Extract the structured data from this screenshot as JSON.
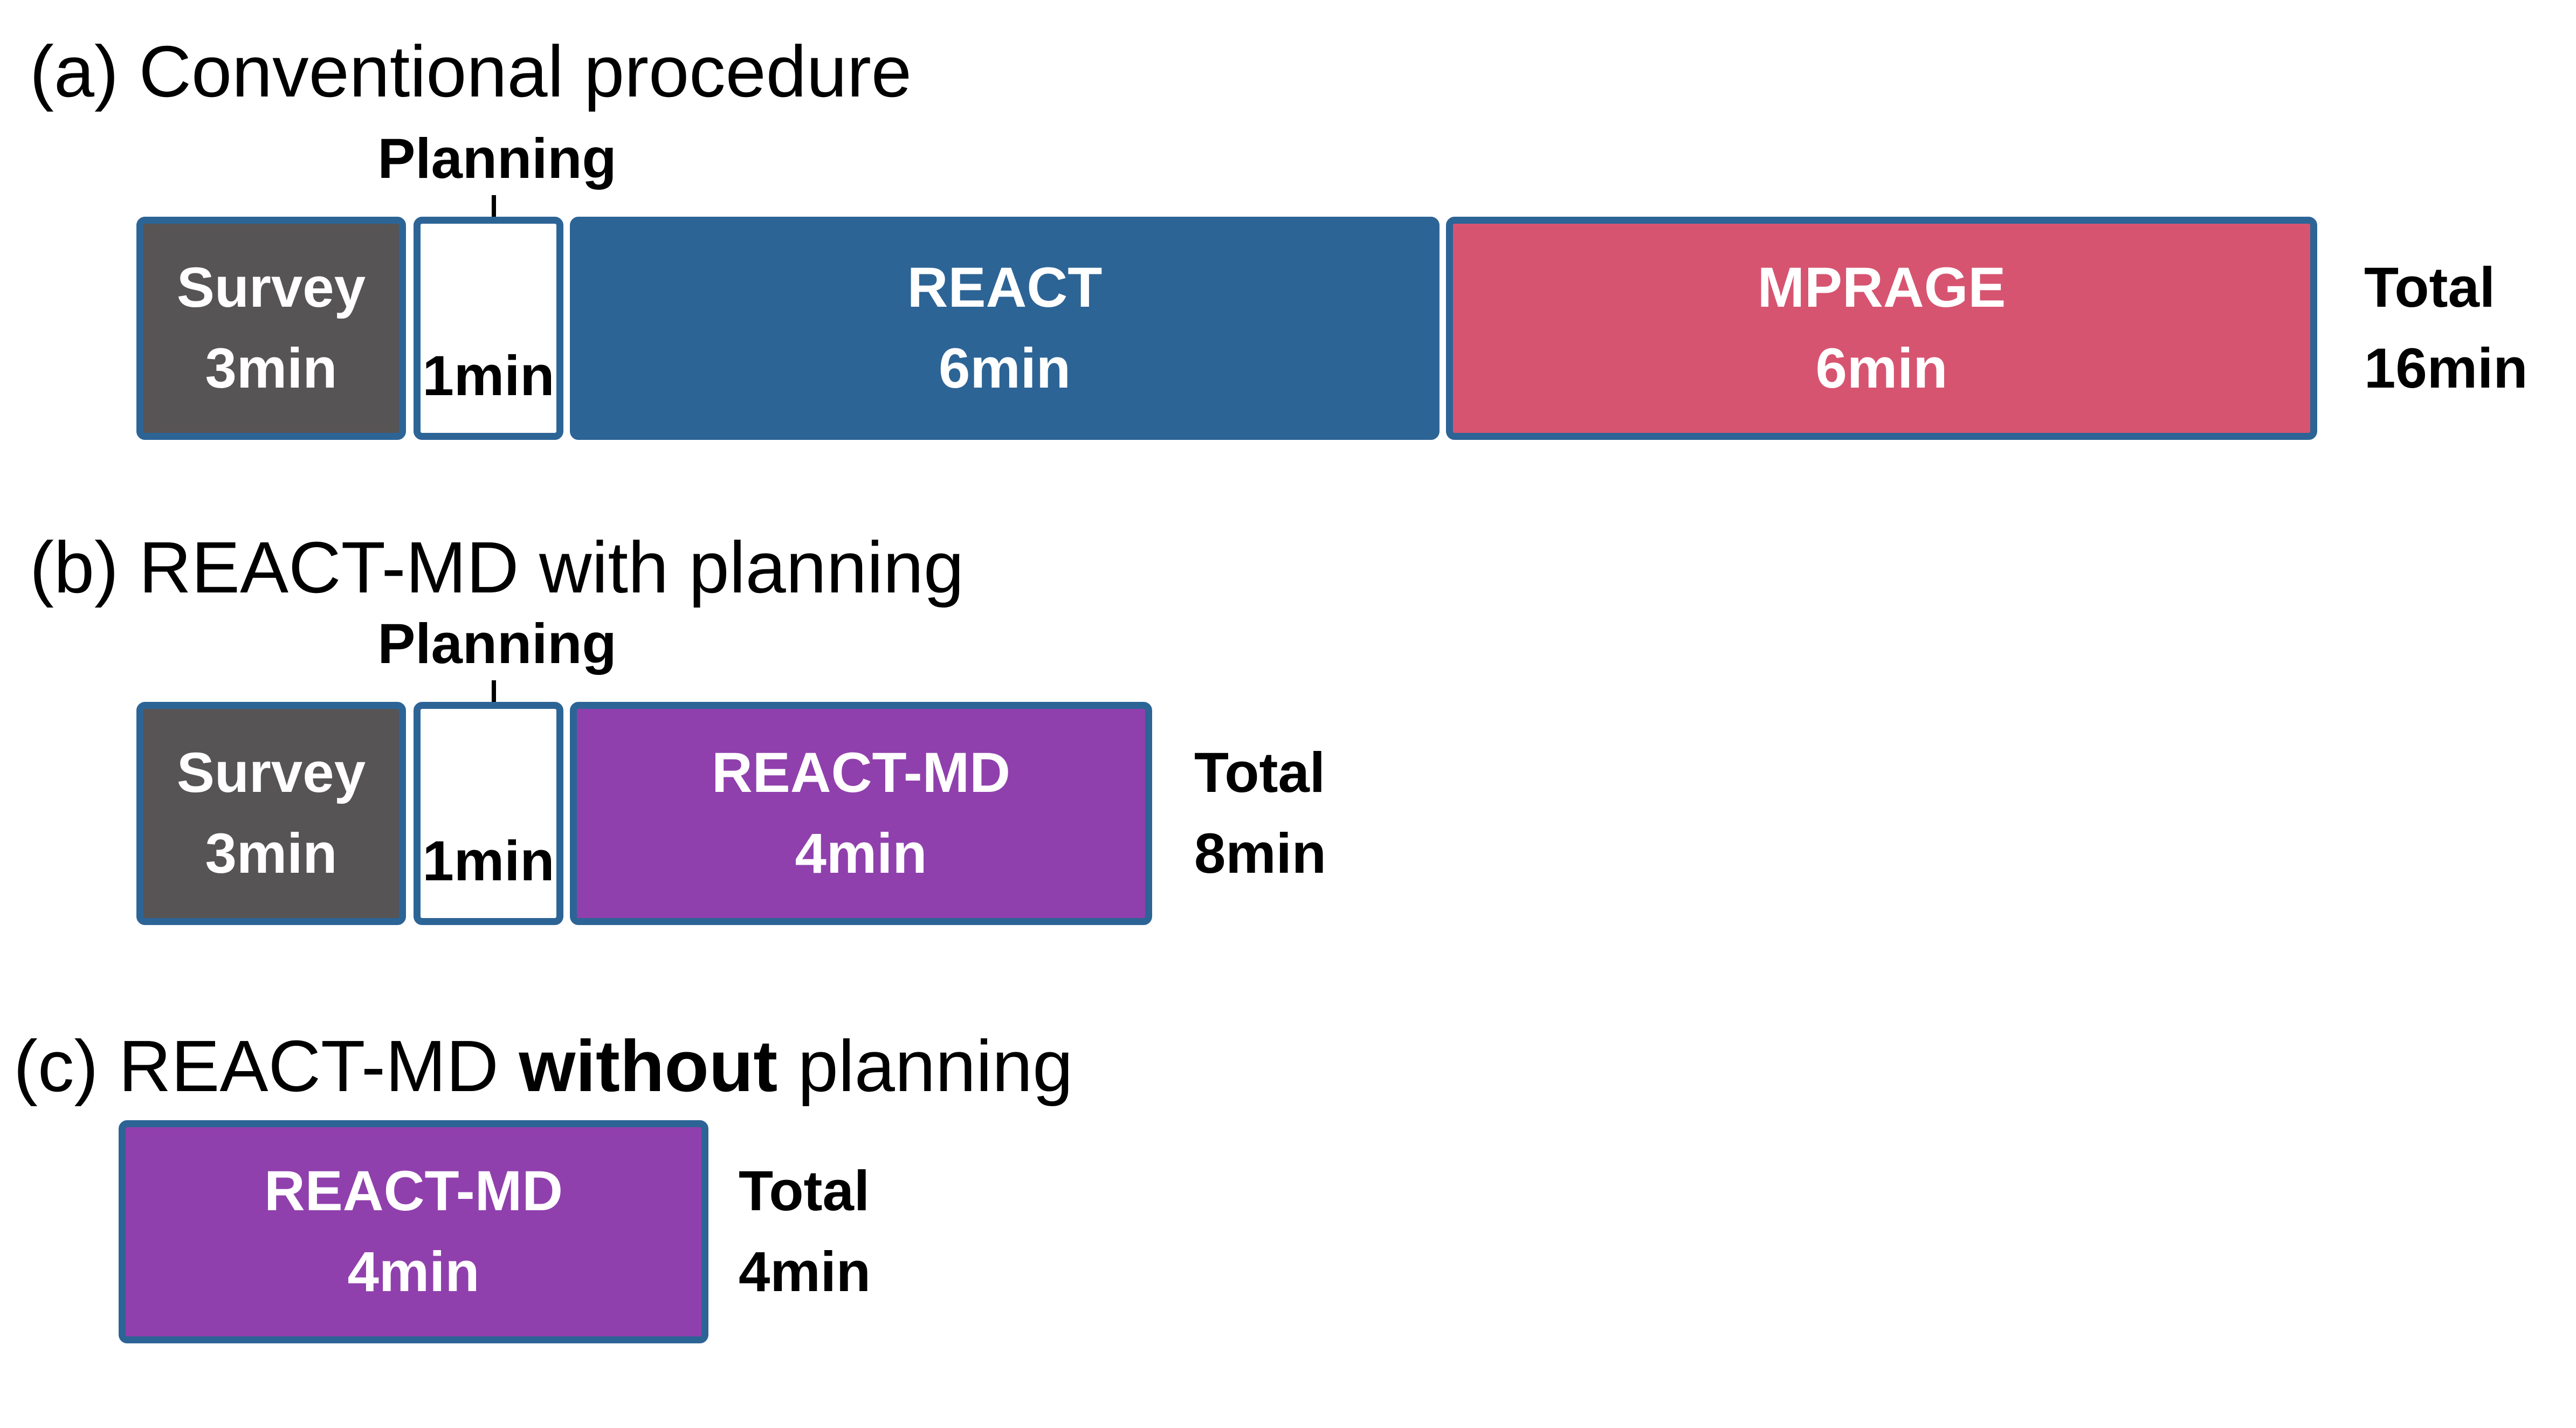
{
  "colors": {
    "blue": "#2d6496",
    "pink": "#d75470",
    "purple": "#9040ad",
    "gray": "#575455",
    "white_fill": "#ffffff",
    "box_text_light": "#ffffff",
    "text_dark": "#000000",
    "background": "#ffffff"
  },
  "panels": {
    "a": {
      "title": "(a) Conventional procedure",
      "planning_label": "Planning",
      "blocks": {
        "survey": {
          "name": "Survey",
          "duration": "3min"
        },
        "planning": {
          "duration": "1min"
        },
        "react": {
          "name": "REACT",
          "duration": "6min"
        },
        "mprage": {
          "name": "MPRAGE",
          "duration": "6min"
        }
      },
      "total": {
        "label": "Total",
        "value": "16min"
      }
    },
    "b": {
      "title": "(b) REACT-MD with planning",
      "planning_label": "Planning",
      "blocks": {
        "survey": {
          "name": "Survey",
          "duration": "3min"
        },
        "planning": {
          "duration": "1min"
        },
        "react_md": {
          "name": "REACT-MD",
          "duration": "4min"
        }
      },
      "total": {
        "label": "Total",
        "value": "8min"
      }
    },
    "c": {
      "title_prefix": "(c) REACT-MD ",
      "title_bold": "without",
      "title_suffix": " planning",
      "blocks": {
        "react_md": {
          "name": "REACT-MD",
          "duration": "4min"
        }
      },
      "total": {
        "label": "Total",
        "value": "4min"
      }
    }
  }
}
